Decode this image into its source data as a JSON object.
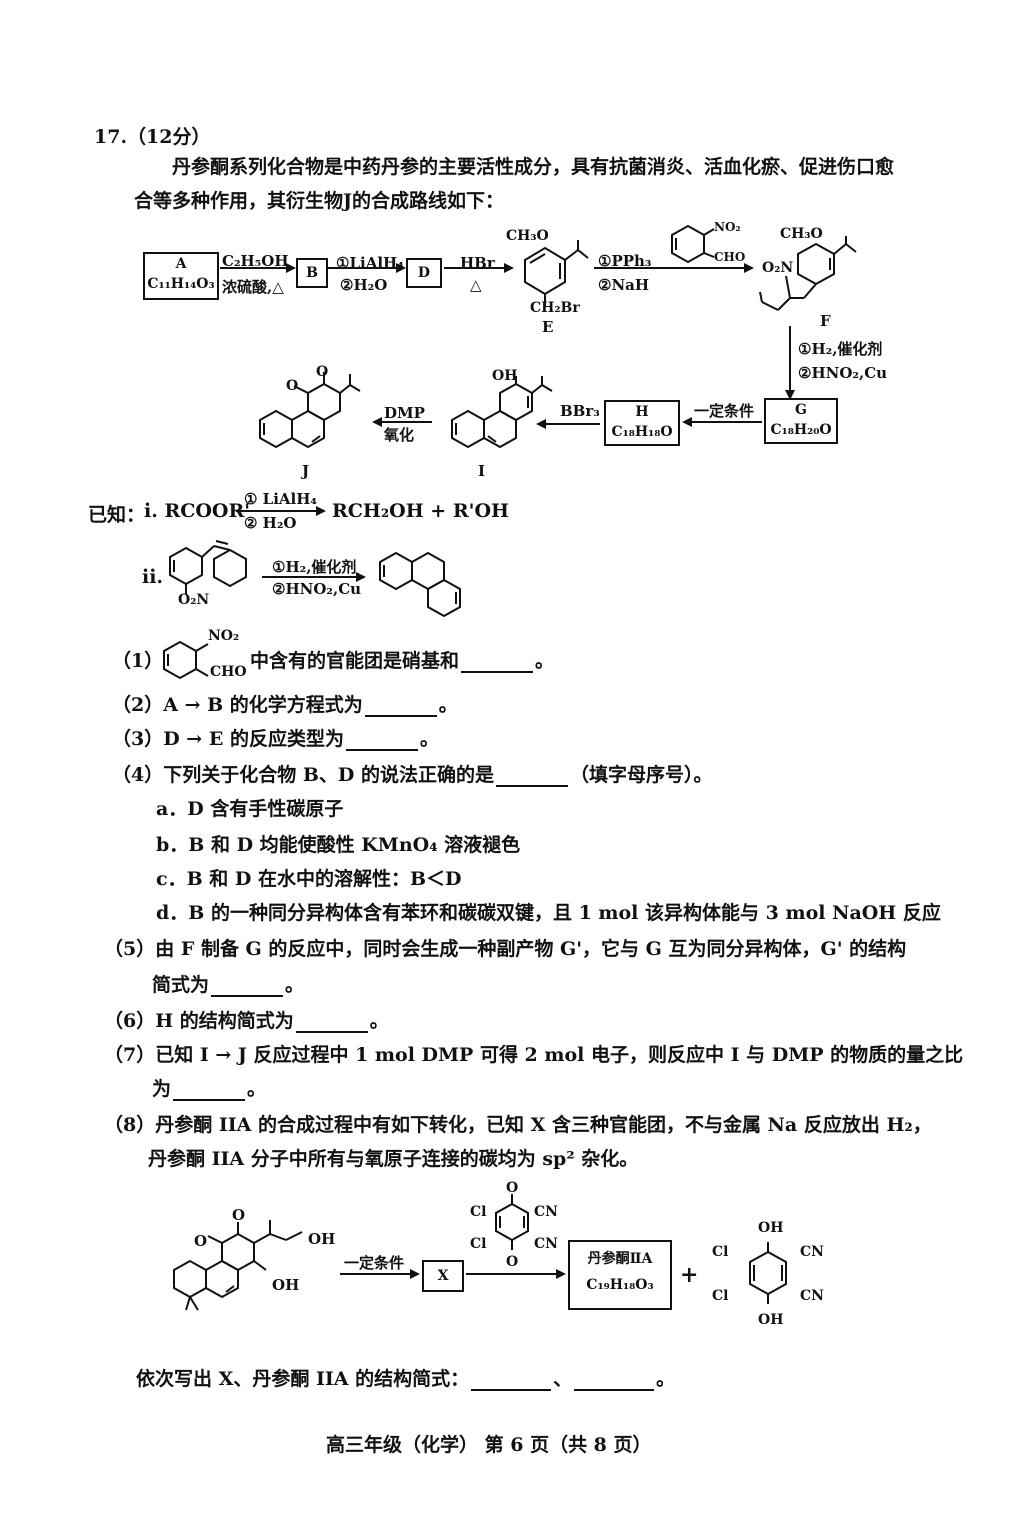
{
  "question": {
    "header": "17.（12分）",
    "intro_line1": "丹参酮系列化合物是中药丹参的主要活性成分，具有抗菌消炎、活血化瘀、促进伤口愈",
    "intro_line2": "合等多种作用，其衍生物J的合成路线如下："
  },
  "scheme": {
    "A_label": "A",
    "A_formula": "C₁₁H₁₄O₃",
    "AB_reagent_top": "C₂H₅OH",
    "AB_reagent_bottom": "浓硫酸,△",
    "B_label": "B",
    "BD_reagent_top": "①LiAlH₄",
    "BD_reagent_bottom": "②H₂O",
    "D_label": "D",
    "DE_reagent_top": "HBr",
    "DE_reagent_bottom": "△",
    "E_methoxy": "CH₃O",
    "E_ch2br": "CH₂Br",
    "E_label": "E",
    "EF_reagent_top": "①PPh₃",
    "EF_reagent_bottom": "②NaH",
    "aldehyde_no2": "NO₂",
    "aldehyde_cho": "CHO",
    "F_methoxy": "CH₃O",
    "F_no2": "O₂N",
    "F_label": "F",
    "FG_reagent_top": "①H₂,催化剂",
    "FG_reagent_bottom": "②HNO₂,Cu",
    "G_label": "G",
    "G_formula": "C₁₈H₂₀O",
    "GH_reagent": "一定条件",
    "H_label": "H",
    "H_formula": "C₁₈H₁₈O",
    "HI_reagent": "BBr₃",
    "I_oh": "OH",
    "I_label": "I",
    "IJ_reagent_top": "DMP",
    "IJ_reagent_bottom": "氧化",
    "J_o1": "O",
    "J_o2": "O",
    "J_label": "J"
  },
  "known": {
    "label": "已知：",
    "i_left": "i. RCOOR'",
    "i_reagent_top": "① LiAlH₄",
    "i_reagent_bottom": "② H₂O",
    "i_right": "RCH₂OH + R'OH",
    "ii_label": "ii.",
    "ii_no2": "O₂N",
    "ii_reagent_top": "①H₂,催化剂",
    "ii_reagent_bottom": "②HNO₂,Cu"
  },
  "q1": {
    "num": "（1）",
    "no2": "NO₂",
    "cho": "CHO",
    "text": "中含有的官能团是硝基和",
    "end": "。"
  },
  "q2": {
    "text": "（2）A → B 的化学方程式为",
    "end": "。"
  },
  "q3": {
    "text": "（3）D → E 的反应类型为",
    "end": "。"
  },
  "q4": {
    "text": "（4）下列关于化合物 B、D 的说法正确的是",
    "end": "（填字母序号）。",
    "a": "a．D 含有手性碳原子",
    "b": "b．B 和 D 均能使酸性 KMnO₄ 溶液褪色",
    "c": "c．B 和 D 在水中的溶解性：B＜D",
    "d": "d．B 的一种同分异构体含有苯环和碳碳双键，且 1 mol 该异构体能与 3 mol NaOH 反应"
  },
  "q5": {
    "line1": "（5）由 F 制备 G 的反应中，同时会生成一种副产物 G'，它与 G 互为同分异构体，G' 的结构",
    "line2": "简式为",
    "end": "。"
  },
  "q6": {
    "text": "（6）H 的结构简式为",
    "end": "。"
  },
  "q7": {
    "line1": "（7）已知 I → J 反应过程中 1 mol DMP 可得 2 mol 电子，则反应中 I 与 DMP 的物质的量之比",
    "line2": "为",
    "end": "。"
  },
  "q8": {
    "line1": "（8）丹参酮 IIA 的合成过程中有如下转化，已知 X 含三种官能团，不与金属 Na 反应放出 H₂，",
    "line2": "丹参酮 IIA 分子中所有与氧原子连接的碳均为 sp² 杂化。",
    "start_o1": "O",
    "start_o2": "O",
    "start_oh": "OH",
    "start_oh2": "OH",
    "cond": "一定条件",
    "X_label": "X",
    "ddq_o_top": "O",
    "ddq_o_bottom": "O",
    "ddq_cl1": "Cl",
    "ddq_cl2": "Cl",
    "ddq_cn1": "CN",
    "ddq_cn2": "CN",
    "product_name": "丹参酮ⅡA",
    "product_formula": "C₁₉H₁₈O₃",
    "plus": "+",
    "h_oh1": "OH",
    "h_oh2": "OH",
    "h_cl1": "Cl",
    "h_cl2": "Cl",
    "h_cn1": "CN",
    "h_cn2": "CN",
    "answer_text": "依次写出 X、丹参酮 IIA 的结构简式：",
    "sep": "、",
    "end": "。"
  },
  "footer": "高三年级（化学） 第 6 页（共 8 页）"
}
